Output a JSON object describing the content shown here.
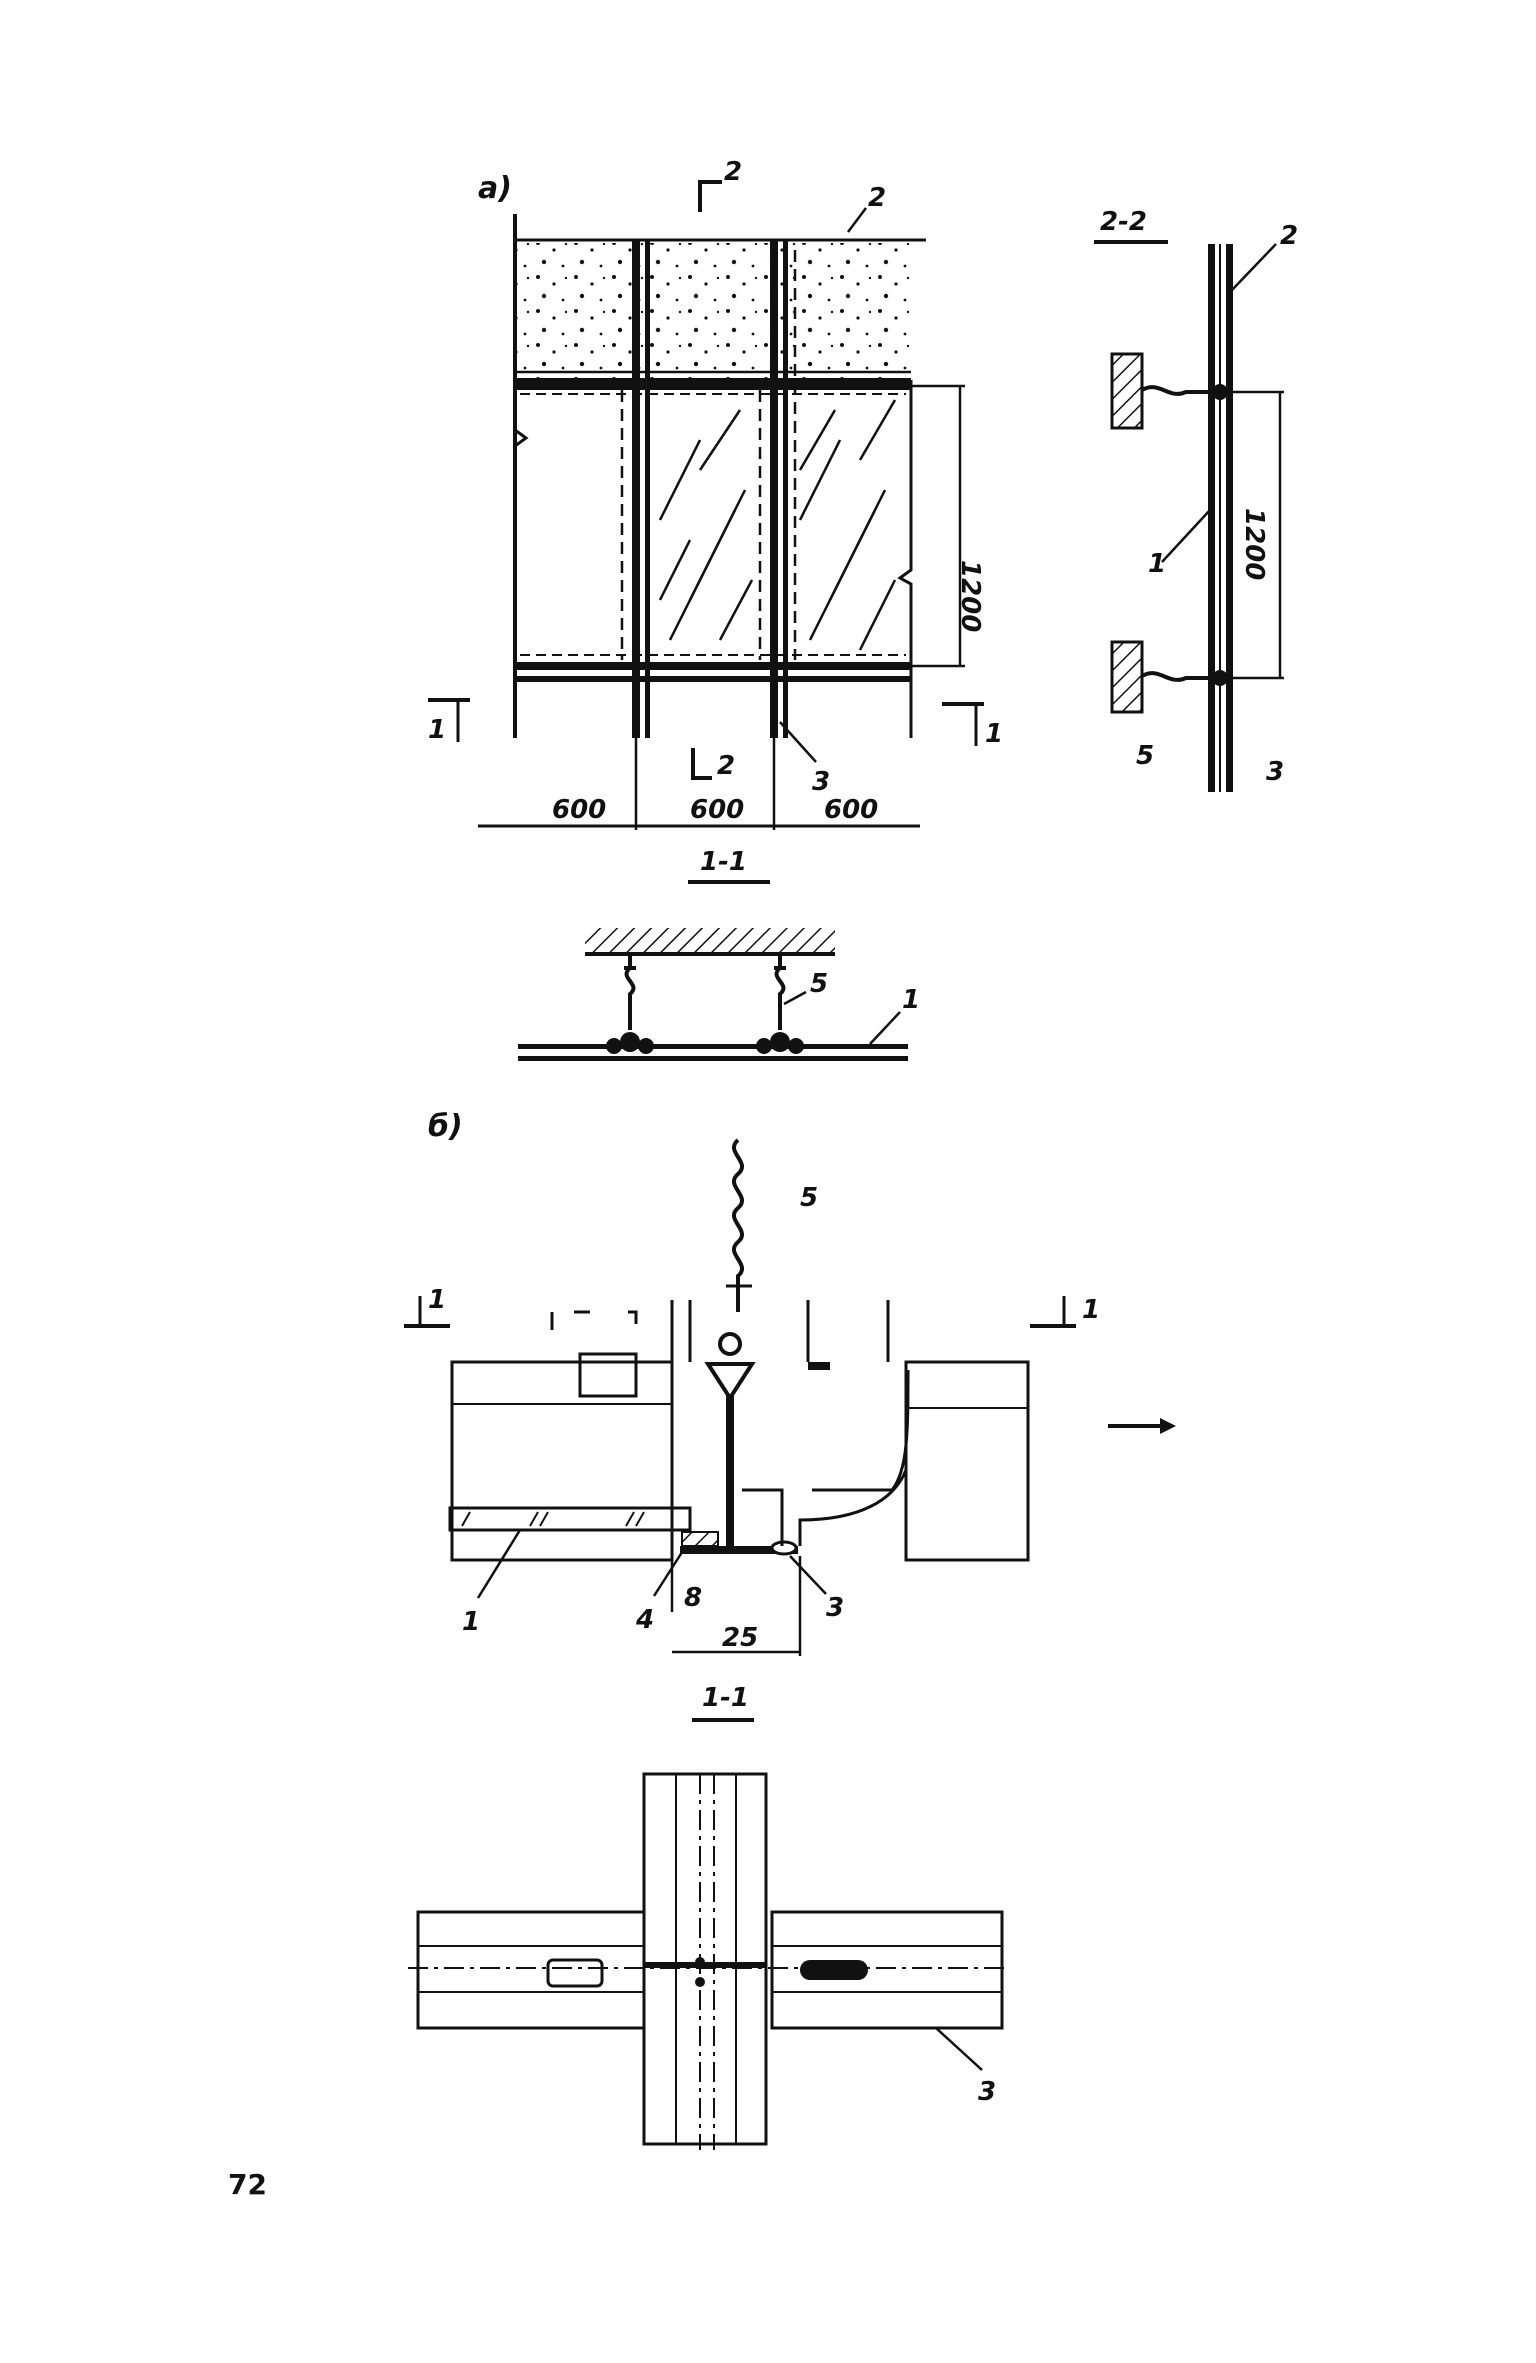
{
  "page_number": "72",
  "figure_a": {
    "label": "а)",
    "section_mark_2": "2",
    "section_mark_1": "1",
    "callout_2": "2",
    "callout_3": "3",
    "dim_height": "1200",
    "dim_widths": [
      "600",
      "600",
      "600"
    ],
    "section_1_1_title": "1-1",
    "section_1_1_callout_5": "5",
    "section_1_1_callout_1": "1",
    "section_2_2_title": "2-2",
    "section_2_2_callout_2": "2",
    "section_2_2_callout_1": "1",
    "section_2_2_dim": "1200",
    "section_2_2_callout_5": "5",
    "section_2_2_callout_3": "3"
  },
  "figure_b": {
    "label": "б)",
    "callout_5": "5",
    "section_mark_1": "1",
    "callout_1": "1",
    "callout_4": "4",
    "dim_8": "8",
    "dim_25": "25",
    "callout_3": "3",
    "section_1_1_title": "1-1",
    "plan_callout_3": "3"
  },
  "colors": {
    "ink": "#111111",
    "paper": "#ffffff"
  }
}
